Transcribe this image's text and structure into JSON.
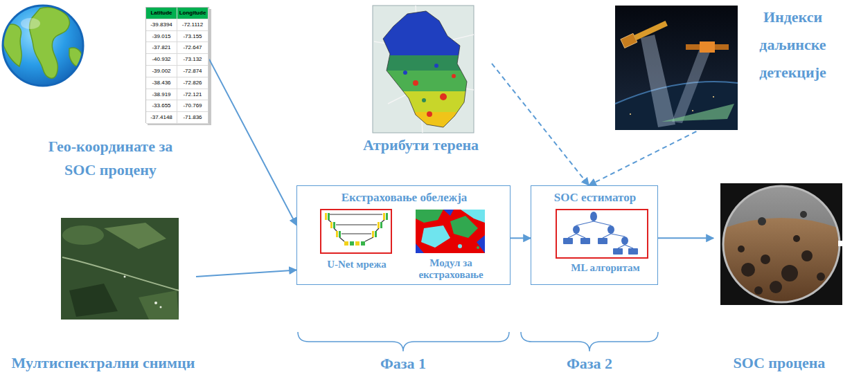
{
  "diagram": {
    "nodes": [
      {
        "text": [
          "Гео-координате за SOC процену"
        ]
      },
      {
        "text": [
          "Latitude",
          "Longitude",
          "-39.8394",
          "-72.1112",
          "-39.015",
          "-73.155",
          "-37.821",
          "-72.647",
          "-40.932",
          "-73.132",
          "-39.002",
          "-72.874",
          "-38.436",
          "-72.826",
          "-38.919",
          "-72.121",
          "-33.655",
          "-70.769",
          "-37.4148",
          "-71.836"
        ],
        "in": 0
      },
      {
        "text": [
          "Мултиспектрални снимци"
        ]
      },
      {
        "text": [
          "Атрибути терена"
        ]
      },
      {
        "text": [
          "Индекси даљинске детекције"
        ]
      },
      {
        "text": [
          "Екстраховање обележја"
        ]
      },
      {
        "text": [
          "U-Net мрежа"
        ],
        "in": 5
      },
      {
        "text": [
          "Модул за екстраховање"
        ],
        "in": 5
      },
      {
        "text": [
          "SOC естиматор",
          "ML алгоритам"
        ]
      },
      {
        "text": [
          "SOC процена"
        ]
      }
    ],
    "edges": [
      {
        "from": 1,
        "to": 5,
        "arrow": "to"
      },
      {
        "from": 2,
        "to": 5,
        "arrow": "to"
      },
      {
        "from": 5,
        "to": 8,
        "arrow": "to"
      },
      {
        "from": 8,
        "to": 9,
        "arrow": "to"
      },
      {
        "from": 3,
        "to": 8,
        "arrow": "to"
      },
      {
        "from": 4,
        "to": 8,
        "arrow": "to"
      }
    ],
    "labels": [
      "Фаза 1",
      "Фаза 2"
    ]
  }
}
